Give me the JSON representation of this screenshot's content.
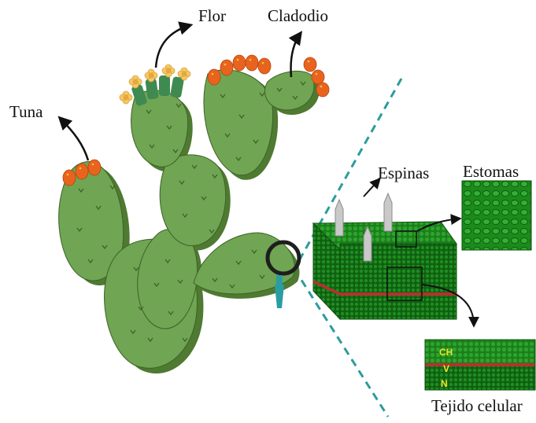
{
  "labels": {
    "flor": "Flor",
    "cladodio": "Cladodio",
    "tuna": "Tuna",
    "espinas": "Espinas",
    "estomas": "Estomas",
    "tejido": "Tejido celular"
  },
  "tissue_layers": {
    "top": "CH",
    "middle": "V",
    "bottom": "N"
  },
  "colors": {
    "pad": "#6fa553",
    "pad_shadow": "#4e7a31",
    "pad_outline": "#3f6127",
    "fruit": "#e8641e",
    "fruit_dot": "#f6c24a",
    "flower": "#f7c766",
    "bud": "#3f8a50",
    "dashed_line": "#2a9d9c",
    "tissue_green": "#1f8a1f",
    "tissue_red": "#b4322e",
    "tissue_text": "#f2e12a",
    "magnifier": "#1e1e1e",
    "magnifier_handle": "#2a9da3"
  }
}
